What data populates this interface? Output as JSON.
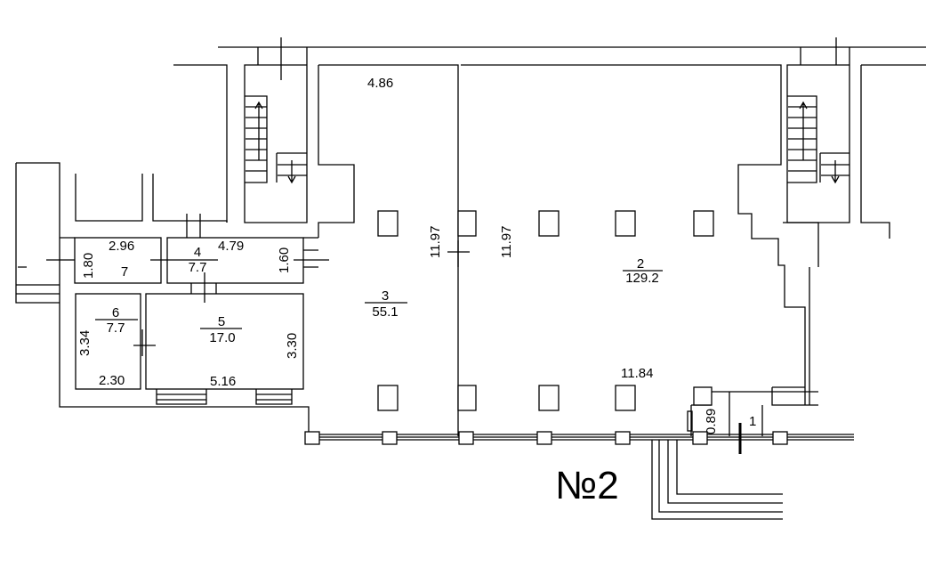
{
  "plan_label": "№2",
  "rooms": [
    {
      "number": "1",
      "area": ""
    },
    {
      "number": "2",
      "area": "129.2"
    },
    {
      "number": "3",
      "area": "55.1"
    },
    {
      "number": "4",
      "area": "7.7"
    },
    {
      "number": "5",
      "area": "17.0"
    },
    {
      "number": "6",
      "area": "7.7"
    },
    {
      "number": "7",
      "area": ""
    }
  ],
  "dimensions": {
    "room3_width": "4.86",
    "room3_length": "11.97",
    "room2_length": "11.97",
    "room2_width": "11.84",
    "room7_width": "2.96",
    "room7_depth": "1.80",
    "room4_width": "4.79",
    "room4_depth": "1.60",
    "room6_depth": "3.34",
    "room6_width": "2.30",
    "room5_width": "5.16",
    "room5_depth": "3.30",
    "room1_depth": "0.89"
  }
}
